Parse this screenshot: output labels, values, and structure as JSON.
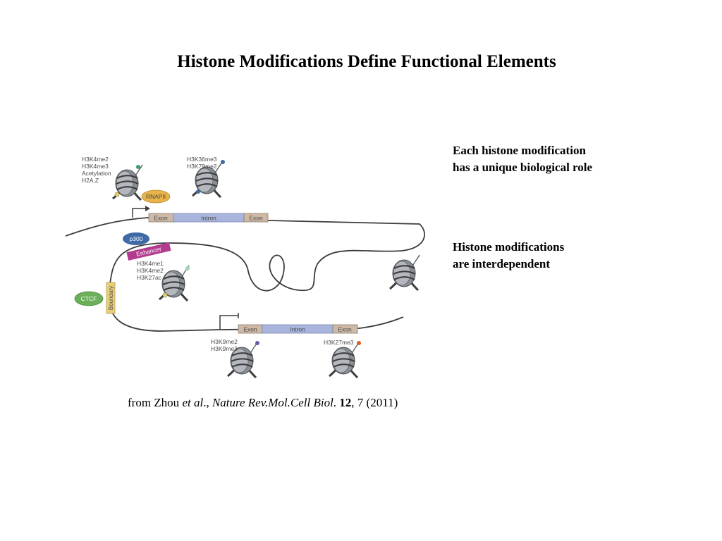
{
  "title": "Histone Modifications Define Functional Elements",
  "notes": [
    {
      "line1": "Each histone modification",
      "line2": "has a unique biological role"
    },
    {
      "line1": "Histone modifications",
      "line2": "are interdependent"
    }
  ],
  "citation": {
    "from": "from Zhou ",
    "et_al": "et al",
    "sep1": ".,",
    "journal": "Nature Rev.Mol.Cell Biol",
    "sep2": ". ",
    "volume": "12",
    "rest": ", 7 (2011)"
  },
  "figure": {
    "promoter_marks": [
      "H3K4me2",
      "H3K4me3",
      "Acetylation",
      "H2A.Z"
    ],
    "gene_body_marks": [
      "H3K36me3",
      "H3K79me2"
    ],
    "enhancer_marks": [
      "H3K4me1",
      "H3K4me2",
      "H3K27ac"
    ],
    "repressed_marks_1": [
      "H3K9me2",
      "H3K9me3"
    ],
    "repressed_marks_2": [
      "H3K27me3"
    ],
    "rnapii": "RNAPII",
    "p300": "p300",
    "ctcf": "CTCF",
    "enhancer": "Enhancer",
    "boundary": "Boundary",
    "gene1": {
      "exon_left": "Exon",
      "intron": "Intron",
      "exon_right": "Exon"
    },
    "gene2": {
      "exon_left": "Exon",
      "intron": "Intron",
      "exon_right": "Exon"
    }
  },
  "colors": {
    "rnapii": "#e8b34a",
    "p300": "#3f6aa6",
    "ctcf": "#6cae5a",
    "enhancer": "#b23a8f",
    "boundary": "#e8cf7c",
    "exon": "#cdb9a6",
    "intron": "#a9b5dc",
    "nucleosome": "#8a8f96"
  }
}
